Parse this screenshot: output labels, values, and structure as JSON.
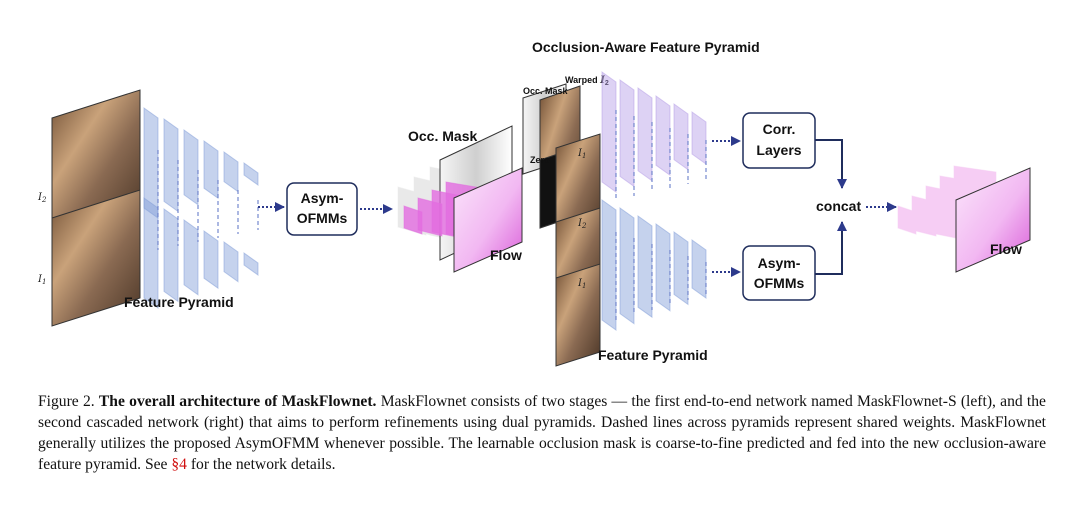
{
  "diagram": {
    "labels": {
      "feature_pyramid_left": "Feature Pyramid",
      "feature_pyramid_right": "Feature Pyramid",
      "occ_aware_title": "Occlusion-Aware Feature Pyramid",
      "occ_mask": "Occ. Mask",
      "occ_mask_small": "Occ. Mask",
      "warped": "Warped ",
      "warped_var": "I",
      "warped_sub": "2",
      "zero": "Zero",
      "flow_mid": "Flow",
      "flow_right": "Flow",
      "concat": "concat",
      "i1_var": "I",
      "i1_sub": "1",
      "i2_var": "I",
      "i2_sub": "2"
    },
    "boxes": {
      "asym_left": [
        "Asym-",
        "OFMMs"
      ],
      "corr": [
        "Corr.",
        "Layers"
      ],
      "asym_right": [
        "Asym-",
        "OFMMs"
      ]
    },
    "colors": {
      "pyramid_blue": "#7f9bd8",
      "pyramid_purple": "#b49be6",
      "flow_magenta": "#e26be0",
      "box_border": "#1f2d5c",
      "arrow": "#2d3a8c"
    }
  },
  "caption": {
    "fig_label": "Figure 2. ",
    "title": "The overall architecture of MaskFlownet.",
    "body_1": " MaskFlownet consists of two stages — the first end-to-end network named MaskFlownet-S (left), and the second cascaded network (right) that aims to perform refinements using dual pyramids. Dashed lines across pyramids represent shared weights. MaskFlownet generally utilizes the proposed AsymOFMM whenever possible. The learnable occlusion mask is coarse-to-fine predicted and fed into the new occlusion-aware feature pyramid. See ",
    "ref": "§4",
    "body_2": " for the network details."
  }
}
